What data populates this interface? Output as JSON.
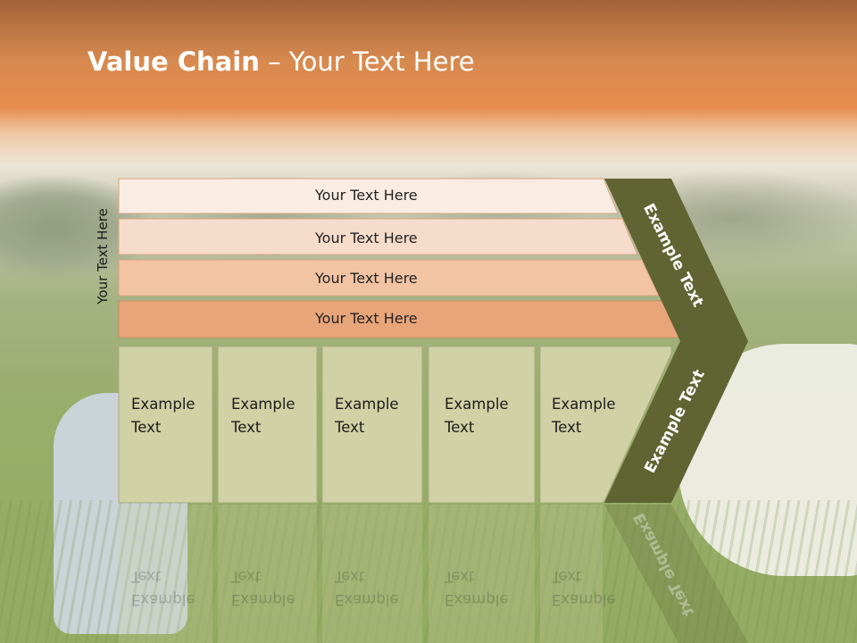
{
  "slide": {
    "title_bold": "Value Chain",
    "title_rest": " – Your Text Here",
    "vertical_label": "Your Text Here"
  },
  "rows": [
    {
      "label": "Your Text Here",
      "color": "#f9ece3"
    },
    {
      "label": "Your Text Here",
      "color": "#f6dccb"
    },
    {
      "label": "Your Text Here",
      "color": "#f2c4a4"
    },
    {
      "label": "Your Text Here",
      "color": "#e9a57a"
    }
  ],
  "cells": [
    {
      "line1": "Example",
      "line2": "Text"
    },
    {
      "line1": "Example",
      "line2": "Text"
    },
    {
      "line1": "Example",
      "line2": "Text"
    },
    {
      "line1": "Example",
      "line2": "Text"
    },
    {
      "line1": "Example",
      "line2": "Text"
    }
  ],
  "chevron": {
    "upper_label": "Example Text",
    "lower_label": "Example Text",
    "color": "#5f6432"
  },
  "colors": {
    "cell_fill": "#d0d1a4",
    "cell_border": "#a9ab82"
  }
}
